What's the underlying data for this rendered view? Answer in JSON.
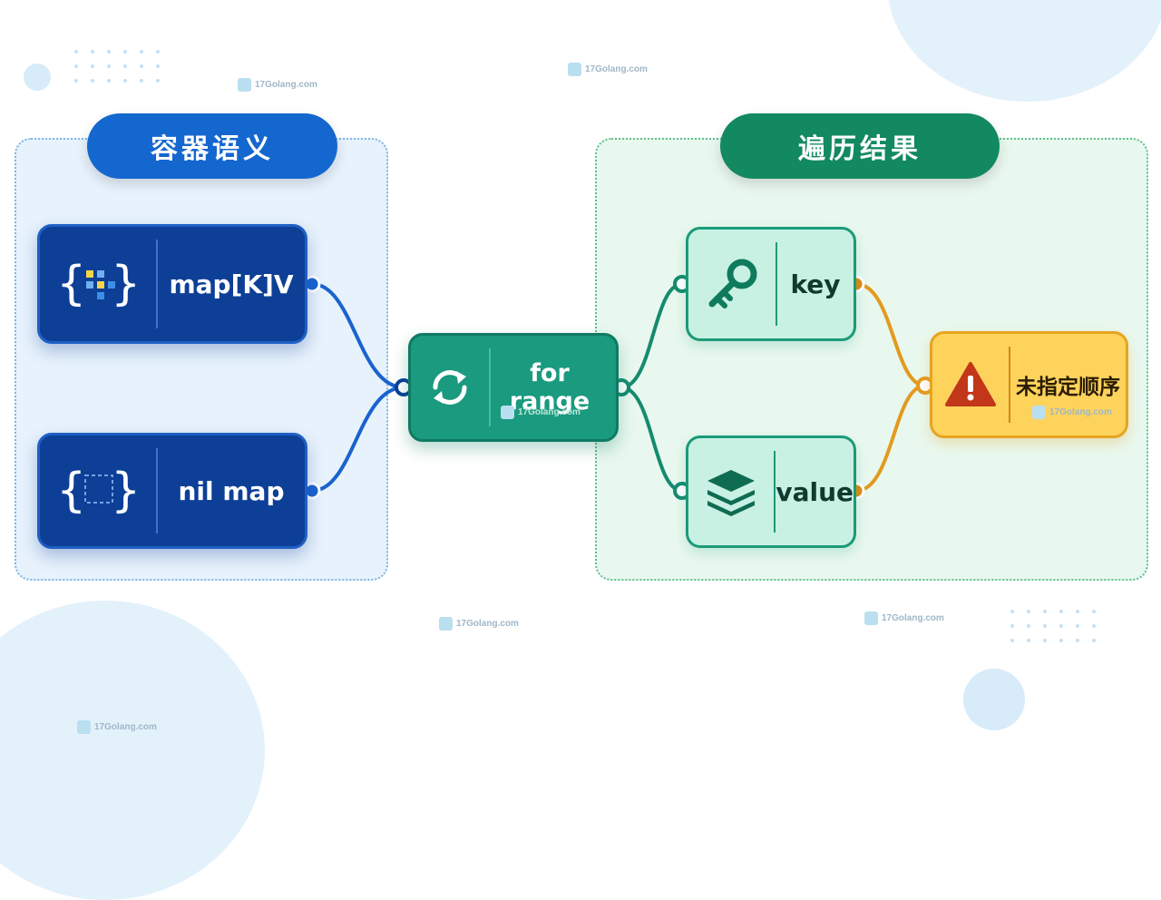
{
  "watermark": "17Golang.com",
  "groups": {
    "container": {
      "title": "容器语义"
    },
    "result": {
      "title": "遍历结果"
    }
  },
  "nodes": {
    "map_type": {
      "label": "map[K]V",
      "icon": "braces-grid-icon"
    },
    "nil_map": {
      "label": "nil map",
      "icon": "braces-empty-icon"
    },
    "for_range": {
      "label": "for range",
      "icon": "refresh-icon"
    },
    "key": {
      "label": "key",
      "icon": "key-icon"
    },
    "value": {
      "label": "value",
      "icon": "layers-icon"
    },
    "unordered": {
      "label": "未指定顺序",
      "icon": "warning-icon"
    }
  },
  "colors": {
    "blue": "#1467cf",
    "navy": "#0d3f97",
    "teal": "#1a9a7f",
    "mint": "#c8f1e3",
    "orange": "#e6a41f",
    "yellow": "#fdd35c"
  }
}
